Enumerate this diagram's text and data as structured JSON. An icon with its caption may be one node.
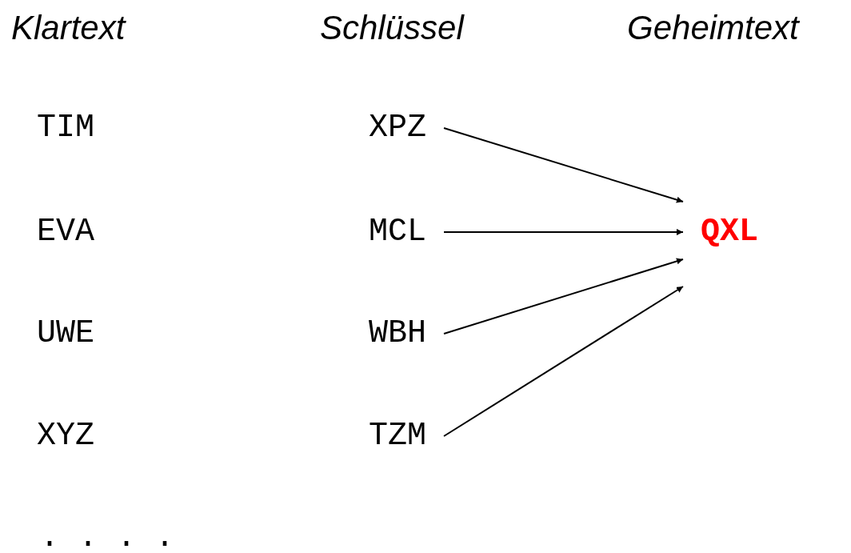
{
  "diagram": {
    "nodes": [
      {
        "text": [
          "XPZ"
        ]
      },
      {
        "text": [
          "MCL"
        ]
      },
      {
        "text": [
          "WBH"
        ]
      },
      {
        "text": [
          "TZM"
        ]
      },
      {
        "text": [
          "QXL"
        ]
      }
    ],
    "edges": [
      {
        "from": 0,
        "to": 4,
        "arrow": "to"
      },
      {
        "from": 1,
        "to": 4,
        "arrow": "to"
      },
      {
        "from": 2,
        "to": 4,
        "arrow": "to"
      },
      {
        "from": 3,
        "to": 4,
        "arrow": "to"
      }
    ],
    "labels": [
      "Klartext",
      "Schlüssel",
      "Geheimtext",
      "TIM",
      "EVA",
      "UWE",
      "XYZ",
      ". . . ."
    ]
  }
}
